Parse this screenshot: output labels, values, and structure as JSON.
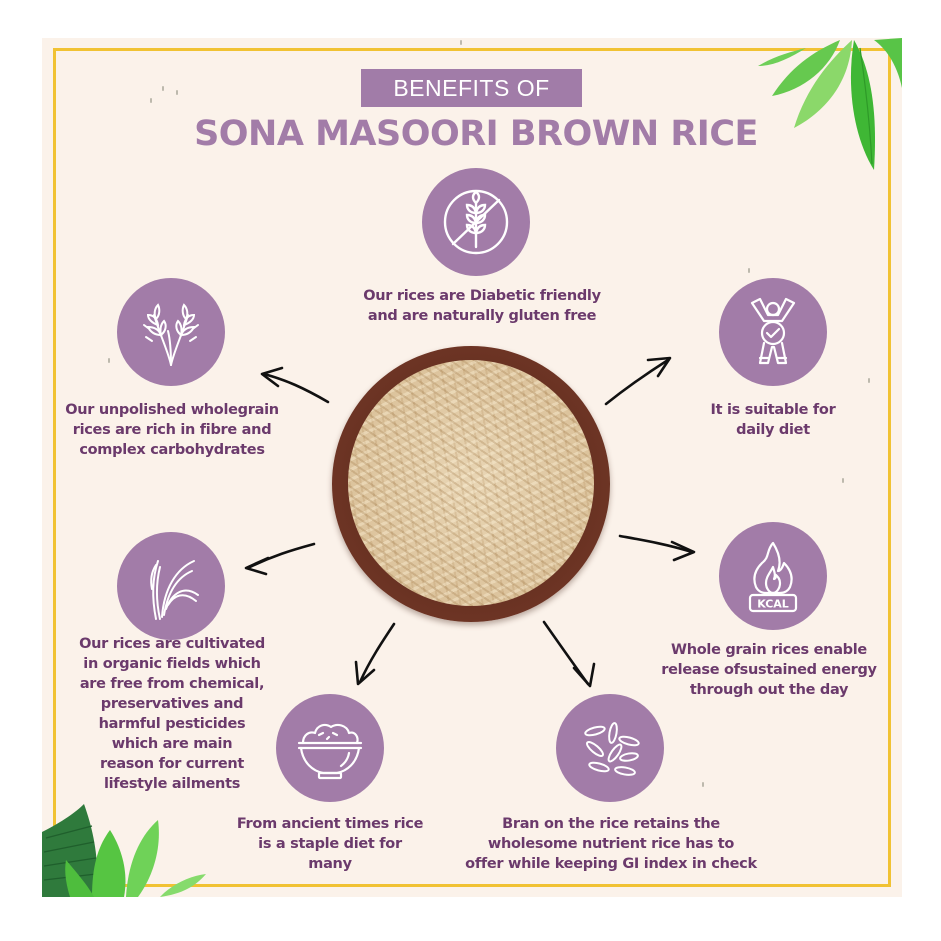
{
  "header": {
    "banner": "BENEFITS OF",
    "title": "SONA MASOORI BROWN RICE"
  },
  "colors": {
    "background": "#fbf2ea",
    "frame": "#f1c233",
    "accent_purple": "#a27ca8",
    "text_purple": "#6b3a6c",
    "leaf_green": "#4fbf3a"
  },
  "center_image": {
    "name": "bowl of sona masoori brown rice"
  },
  "benefits": [
    {
      "icon": "no-gluten-wheat-icon",
      "text": "Our rices are Diabetic friendly\nand are naturally gluten free"
    },
    {
      "icon": "wheat-stalks-icon",
      "text": "Our unpolished wholegrain\nrices are rich in fibre and\ncomplex carbohydrates"
    },
    {
      "icon": "healthy-person-check-icon",
      "text": "It is suitable for\ndaily diet"
    },
    {
      "icon": "rice-plant-icon",
      "text": "Our rices are cultivated\nin organic fields which\nare free from chemical,\npreservatives and\nharmful pesticides\nwhich are main\nreason for current\nlifestyle ailments"
    },
    {
      "icon": "kcal-flame-icon",
      "text": "Whole grain rices enable\nrelease ofsustained energy\nthrough out the day",
      "badge": "KCAL"
    },
    {
      "icon": "rice-bowl-icon",
      "text": "From ancient times rice\nis a staple diet for\nmany"
    },
    {
      "icon": "rice-grains-icon",
      "text": "Bran on the rice retains the\nwholesome nutrient rice has to\noffer while keeping GI index in check"
    }
  ]
}
